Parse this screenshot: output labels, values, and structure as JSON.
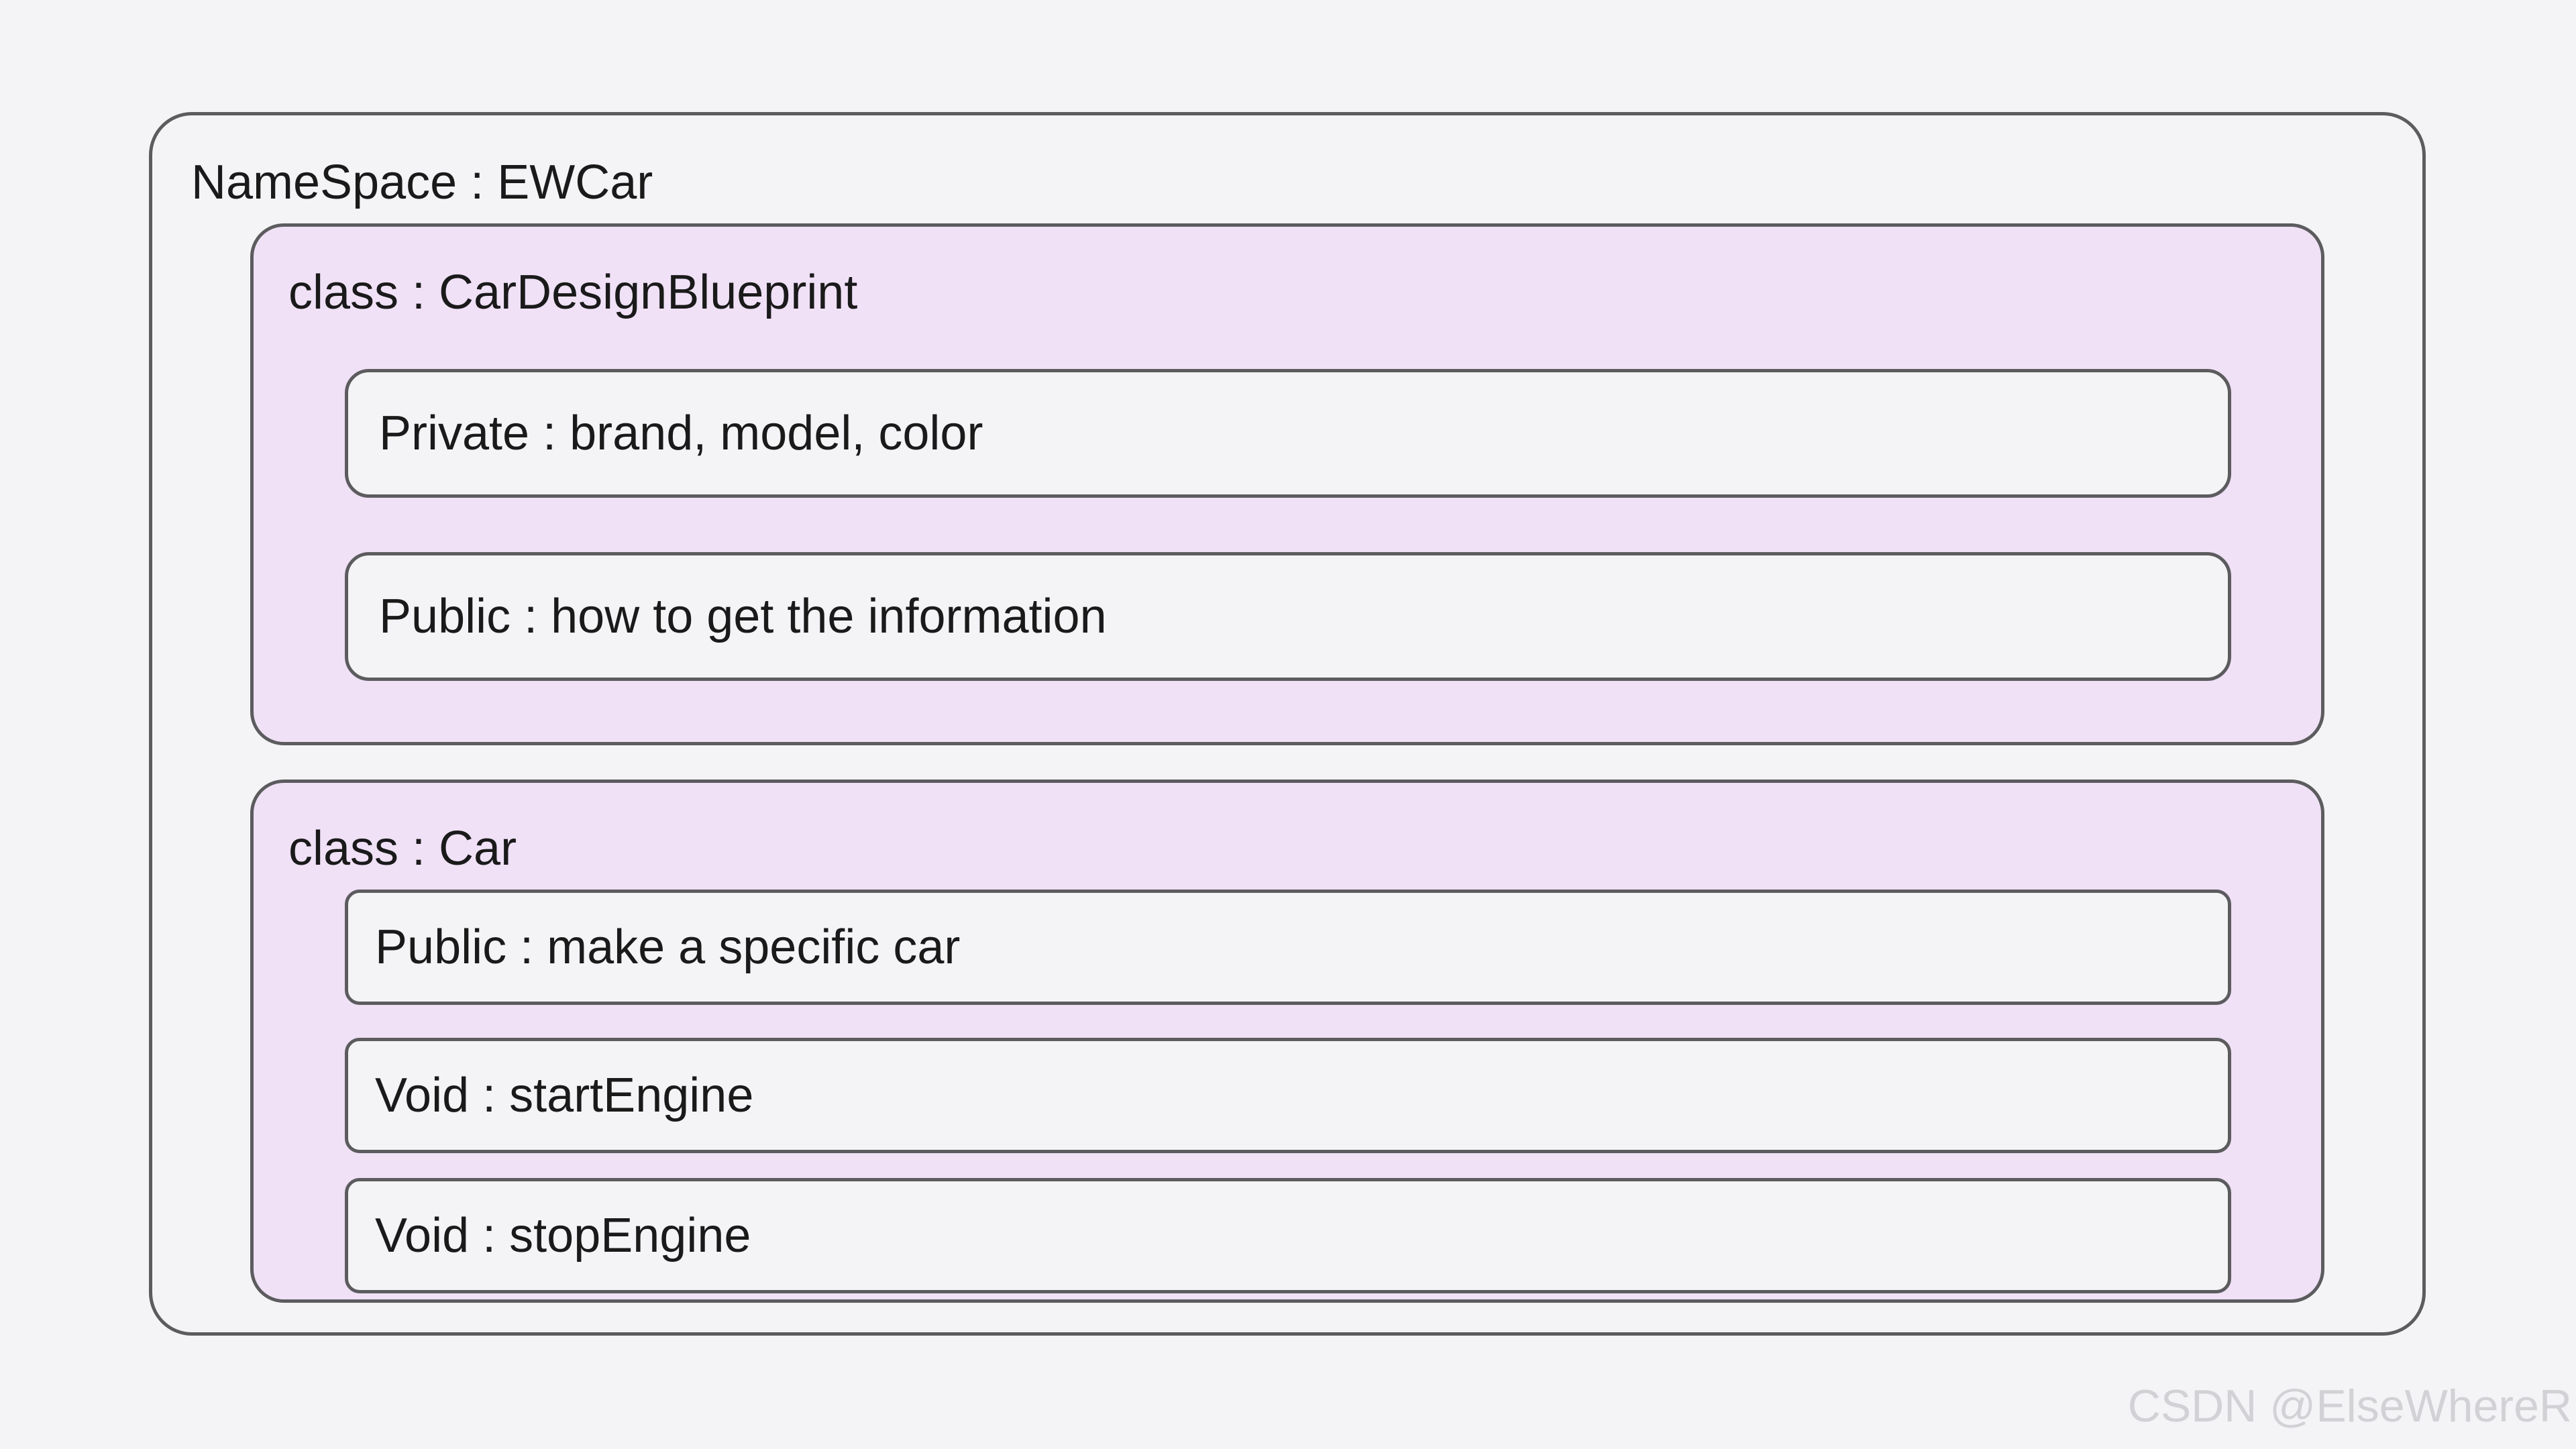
{
  "colors": {
    "background": "#f4f4f7",
    "border": "#5c5c5f",
    "class_fill": "#f0e1f7",
    "member_fill": "#f4f4f7",
    "text": "#1a1a1a",
    "watermark": "#d2d2d6"
  },
  "namespace": {
    "label": "NameSpace : EWCar",
    "classes": [
      {
        "label": "class : CarDesignBlueprint",
        "members": [
          "Private : brand, model, color",
          "Public : how to get the information"
        ]
      },
      {
        "label": "class : Car",
        "members": [
          "Public : make a specific car",
          "Void : startEngine",
          "Void : stopEngine"
        ]
      }
    ]
  },
  "watermark": "CSDN @ElseWhereR"
}
